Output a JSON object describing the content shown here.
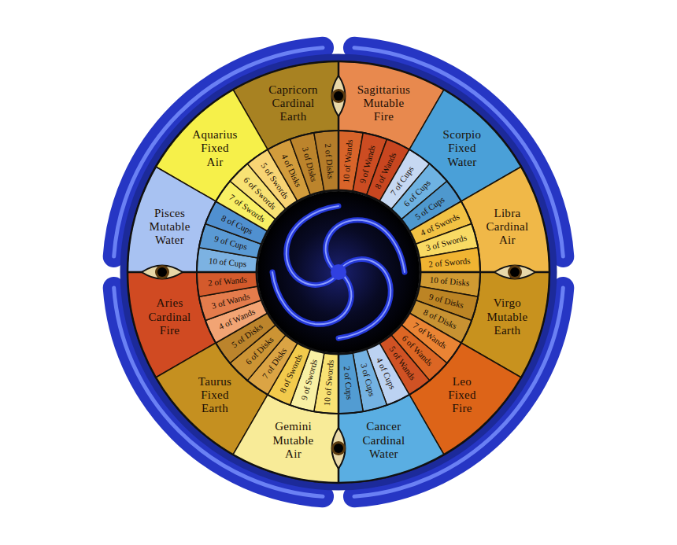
{
  "diagram": {
    "nodes": [
      {
        "text": [
          "Capricorn Cardinal Earth"
        ]
      },
      {
        "text": [
          "Sagittarius Mutable Fire"
        ]
      },
      {
        "text": [
          "Aquarius Fixed Air"
        ]
      },
      {
        "text": [
          "Scorpio Fixed Water"
        ]
      },
      {
        "text": [
          "Pisces Mutable Water"
        ]
      },
      {
        "text": [
          "Libra Cardinal Air"
        ]
      },
      {
        "text": [
          "Aries Cardinal Fire"
        ]
      },
      {
        "text": [
          "Virgo Mutable Earth"
        ]
      },
      {
        "text": [
          "Taurus Fixed Earth"
        ]
      },
      {
        "text": [
          "Leo Fixed Fire"
        ]
      },
      {
        "text": [
          "Gemini Mutable Air"
        ]
      },
      {
        "text": [
          "Cancer Cardinal Water"
        ]
      },
      {
        "text": [
          "10 of Wands"
        ]
      },
      {
        "text": [
          "9 of Wands"
        ]
      },
      {
        "text": [
          "8 of Wands"
        ]
      },
      {
        "text": [
          "7 of Cups"
        ]
      },
      {
        "text": [
          "6 of Cups"
        ]
      },
      {
        "text": [
          "5 of Cups"
        ]
      },
      {
        "text": [
          "4 of Swords"
        ]
      },
      {
        "text": [
          "3 of Swords"
        ]
      },
      {
        "text": [
          "2 of Swords"
        ]
      },
      {
        "text": [
          "10 of Disks"
        ]
      },
      {
        "text": [
          "9 of Disks"
        ]
      },
      {
        "text": [
          "8 of Disks"
        ]
      },
      {
        "text": [
          "7 of Wands"
        ]
      },
      {
        "text": [
          "6 of Wands"
        ]
      },
      {
        "text": [
          "5 of Wands"
        ]
      },
      {
        "text": [
          "4 of Cups"
        ]
      },
      {
        "text": [
          "3 of Cups"
        ]
      },
      {
        "text": [
          "2 of Cups"
        ]
      },
      {
        "text": [
          "10 of Swords"
        ]
      },
      {
        "text": [
          "9 of Swords"
        ]
      },
      {
        "text": [
          "8 of Swords"
        ]
      },
      {
        "text": [
          "7 of Disks"
        ]
      },
      {
        "text": [
          "6 of Disks"
        ]
      },
      {
        "text": [
          "5 of Disks"
        ]
      },
      {
        "text": [
          "4 of Wands"
        ]
      },
      {
        "text": [
          "3 of Wands"
        ]
      },
      {
        "text": [
          "2 of Wands"
        ]
      },
      {
        "text": [
          "10 of Cups"
        ]
      },
      {
        "text": [
          "9 of Cups"
        ]
      },
      {
        "text": [
          "8 of Cups"
        ]
      },
      {
        "text": [
          "7 of Swords"
        ]
      },
      {
        "text": [
          "6 of Swords"
        ]
      },
      {
        "text": [
          "5 of Swords"
        ]
      },
      {
        "text": [
          "4 of Disks"
        ]
      },
      {
        "text": [
          "3 of Disks"
        ]
      },
      {
        "text": [
          "2 of Disks"
        ]
      }
    ]
  }
}
